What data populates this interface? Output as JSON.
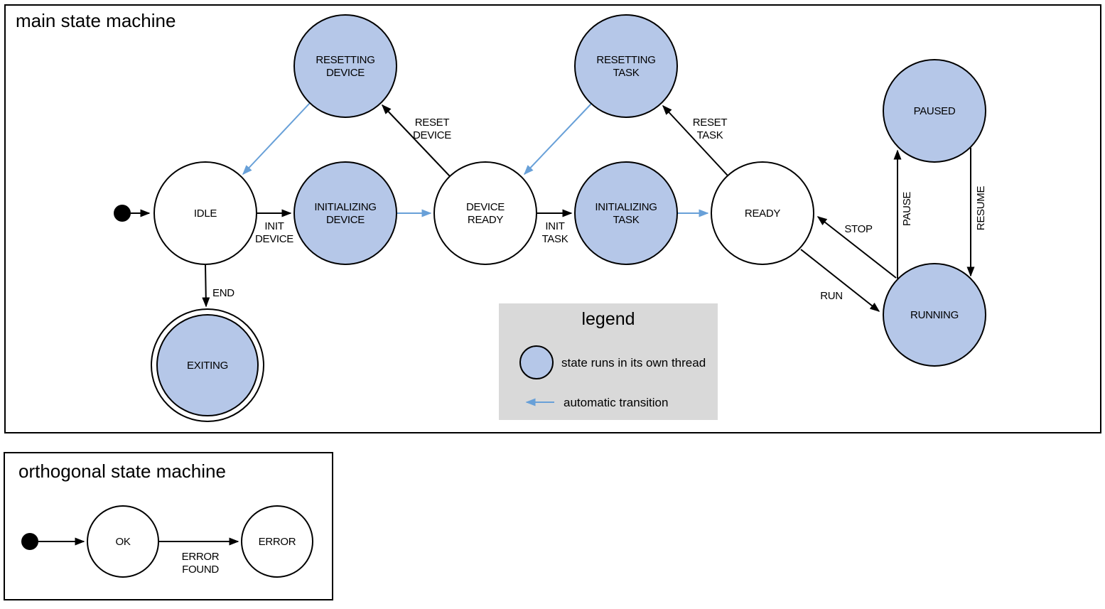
{
  "colors": {
    "state_thread_fill": "#b5c7e8",
    "automatic_transition": "#68a0d8",
    "legend_background": "#d9d9d9"
  },
  "main_machine": {
    "title": "main state machine",
    "states": {
      "idle": {
        "label": "IDLE"
      },
      "initializing_device": {
        "lines": [
          "INITIALIZING",
          "DEVICE"
        ]
      },
      "device_ready": {
        "lines": [
          "DEVICE",
          "READY"
        ]
      },
      "initializing_task": {
        "lines": [
          "INITIALIZING",
          "TASK"
        ]
      },
      "ready": {
        "label": "READY"
      },
      "resetting_device": {
        "lines": [
          "RESETTING",
          "DEVICE"
        ]
      },
      "resetting_task": {
        "lines": [
          "RESETTING",
          "TASK"
        ]
      },
      "paused": {
        "label": "PAUSED"
      },
      "running": {
        "label": "RUNNING"
      },
      "exiting": {
        "label": "EXITING"
      }
    },
    "transitions": {
      "init_device": {
        "lines": [
          "INIT",
          "DEVICE"
        ]
      },
      "init_task": {
        "lines": [
          "INIT",
          "TASK"
        ]
      },
      "reset_device": {
        "lines": [
          "RESET",
          "DEVICE"
        ]
      },
      "reset_task": {
        "lines": [
          "RESET",
          "TASK"
        ]
      },
      "end": {
        "label": "END"
      },
      "run": {
        "label": "RUN"
      },
      "stop": {
        "label": "STOP"
      },
      "pause": {
        "label": "PAUSE"
      },
      "resume": {
        "label": "RESUME"
      }
    }
  },
  "legend": {
    "title": "legend",
    "thread_item_label": "state runs in its own thread",
    "auto_item_label": "automatic transition"
  },
  "orthogonal_machine": {
    "title": "orthogonal state machine",
    "states": {
      "ok": {
        "label": "OK"
      },
      "error": {
        "label": "ERROR"
      }
    },
    "transitions": {
      "error_found": {
        "lines": [
          "ERROR",
          "FOUND"
        ]
      }
    }
  }
}
